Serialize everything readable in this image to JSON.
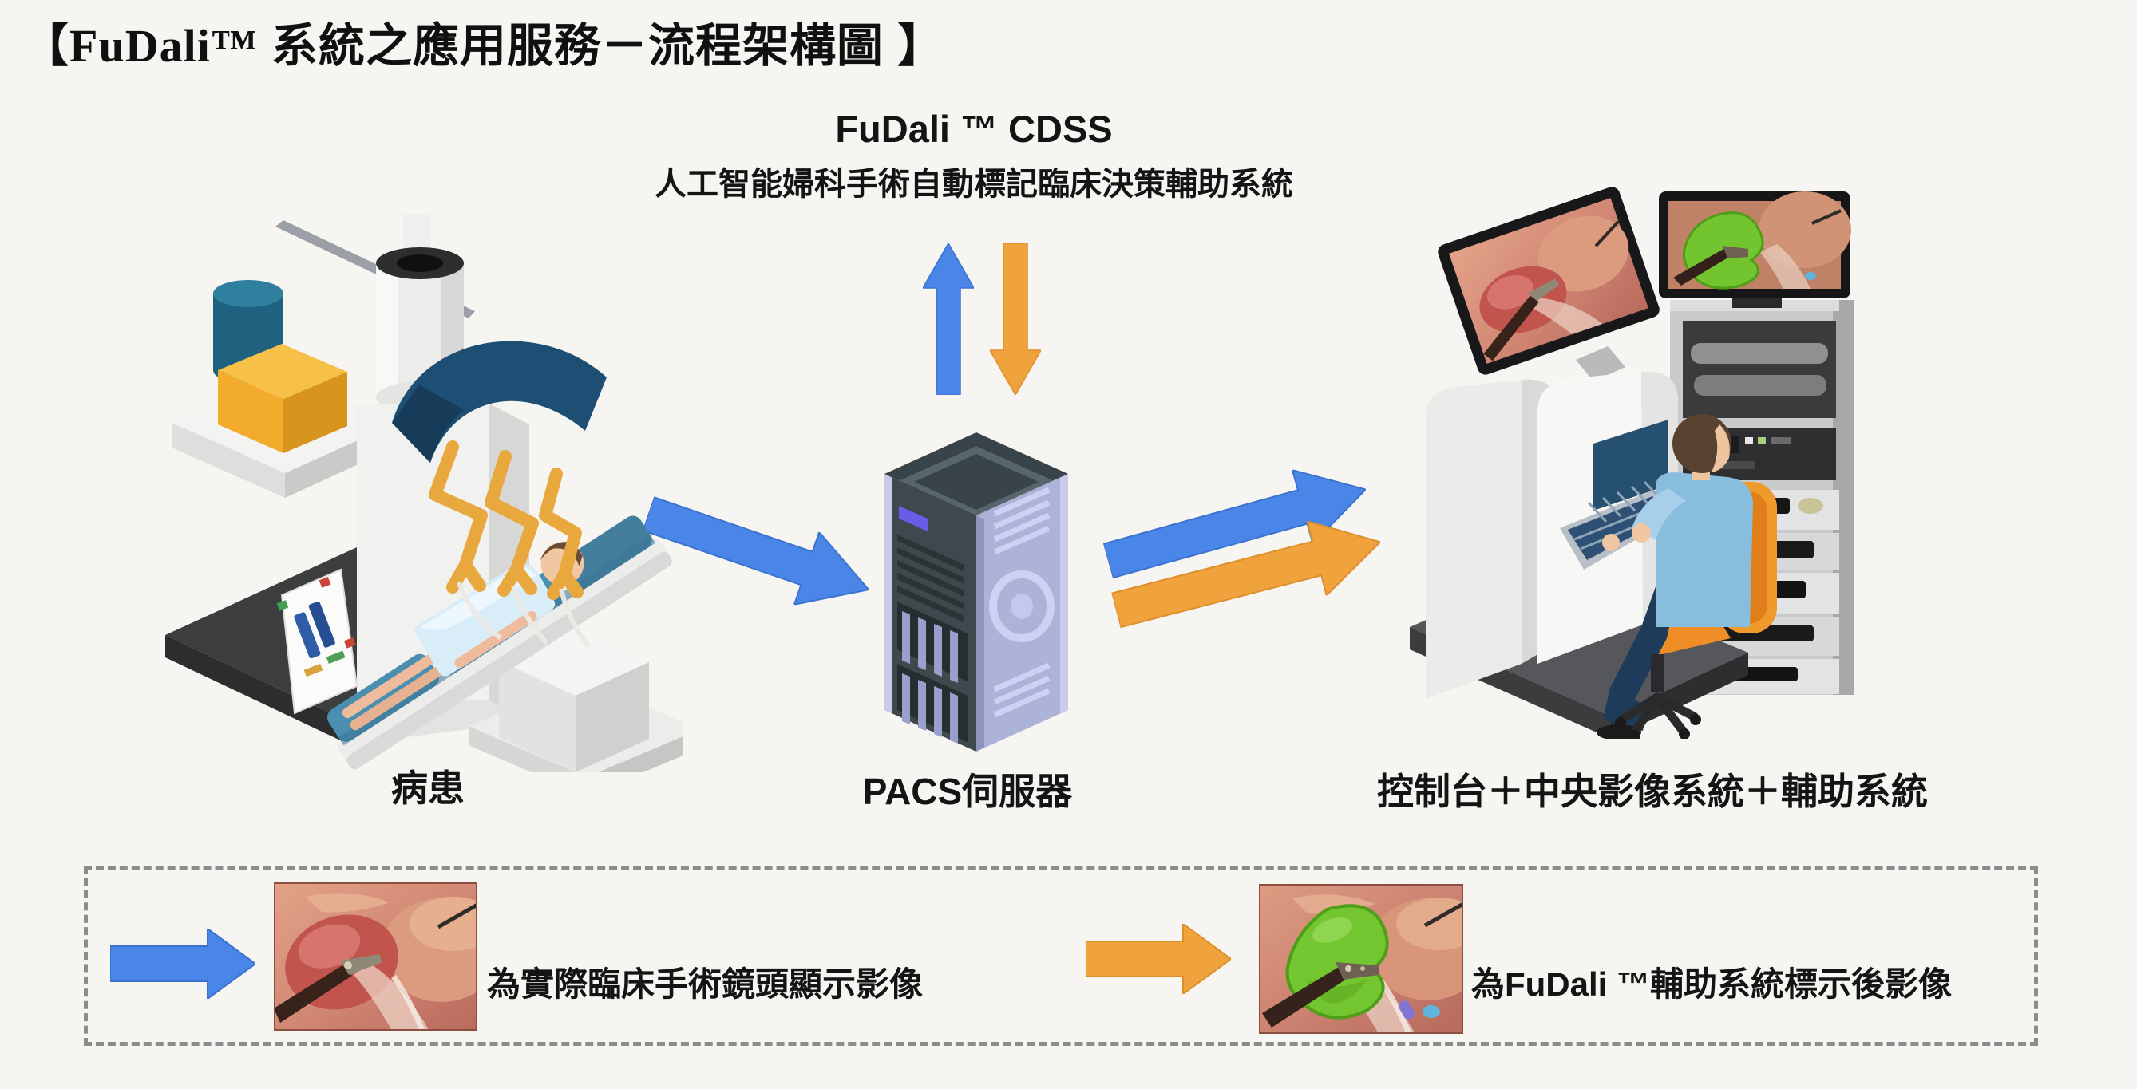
{
  "page": {
    "background": "#f7f5f1"
  },
  "title": {
    "open_bracket": "【",
    "brand": "FuDali™",
    "rest": " 系統之應用服務－流程架構圖 ",
    "close_bracket": "】"
  },
  "cdss": {
    "heading": "FuDali ™ CDSS",
    "subheading": "人工智能婦科手術自動標記臨床決策輔助系統"
  },
  "nodes": {
    "patient": {
      "label": "病患"
    },
    "server": {
      "label": "PACS伺服器"
    },
    "console": {
      "label": "控制台＋中央影像系統＋輔助系統"
    }
  },
  "flows": {
    "patient_to_server": {
      "color": "#4a86e8",
      "direction": "right-down"
    },
    "server_to_cdss": {
      "color": "#4a86e8",
      "direction": "up"
    },
    "cdss_to_server": {
      "color": "#f0a23d",
      "direction": "down"
    },
    "server_to_console_raw": {
      "color": "#4a86e8",
      "direction": "right-up"
    },
    "server_to_console_annotated": {
      "color": "#f0a23d",
      "direction": "right-up"
    }
  },
  "legend": {
    "raw": {
      "caption": "為實際臨床手術鏡頭顯示影像",
      "arrow_color": "#4a86e8",
      "image_name": "laparoscopic-camera-view"
    },
    "annotated": {
      "caption": "為FuDali ™輔助系統標示後影像",
      "arrow_color": "#f0a23d",
      "image_name": "fudali-annotated-view"
    }
  },
  "icons": {
    "up_arrow": "▲",
    "down_arrow": "▼",
    "right_arrow": "▶"
  },
  "colors": {
    "blue": "#4a86e8",
    "orange": "#f0a23d",
    "text": "#141414",
    "dash_border": "#8c8c8c"
  }
}
